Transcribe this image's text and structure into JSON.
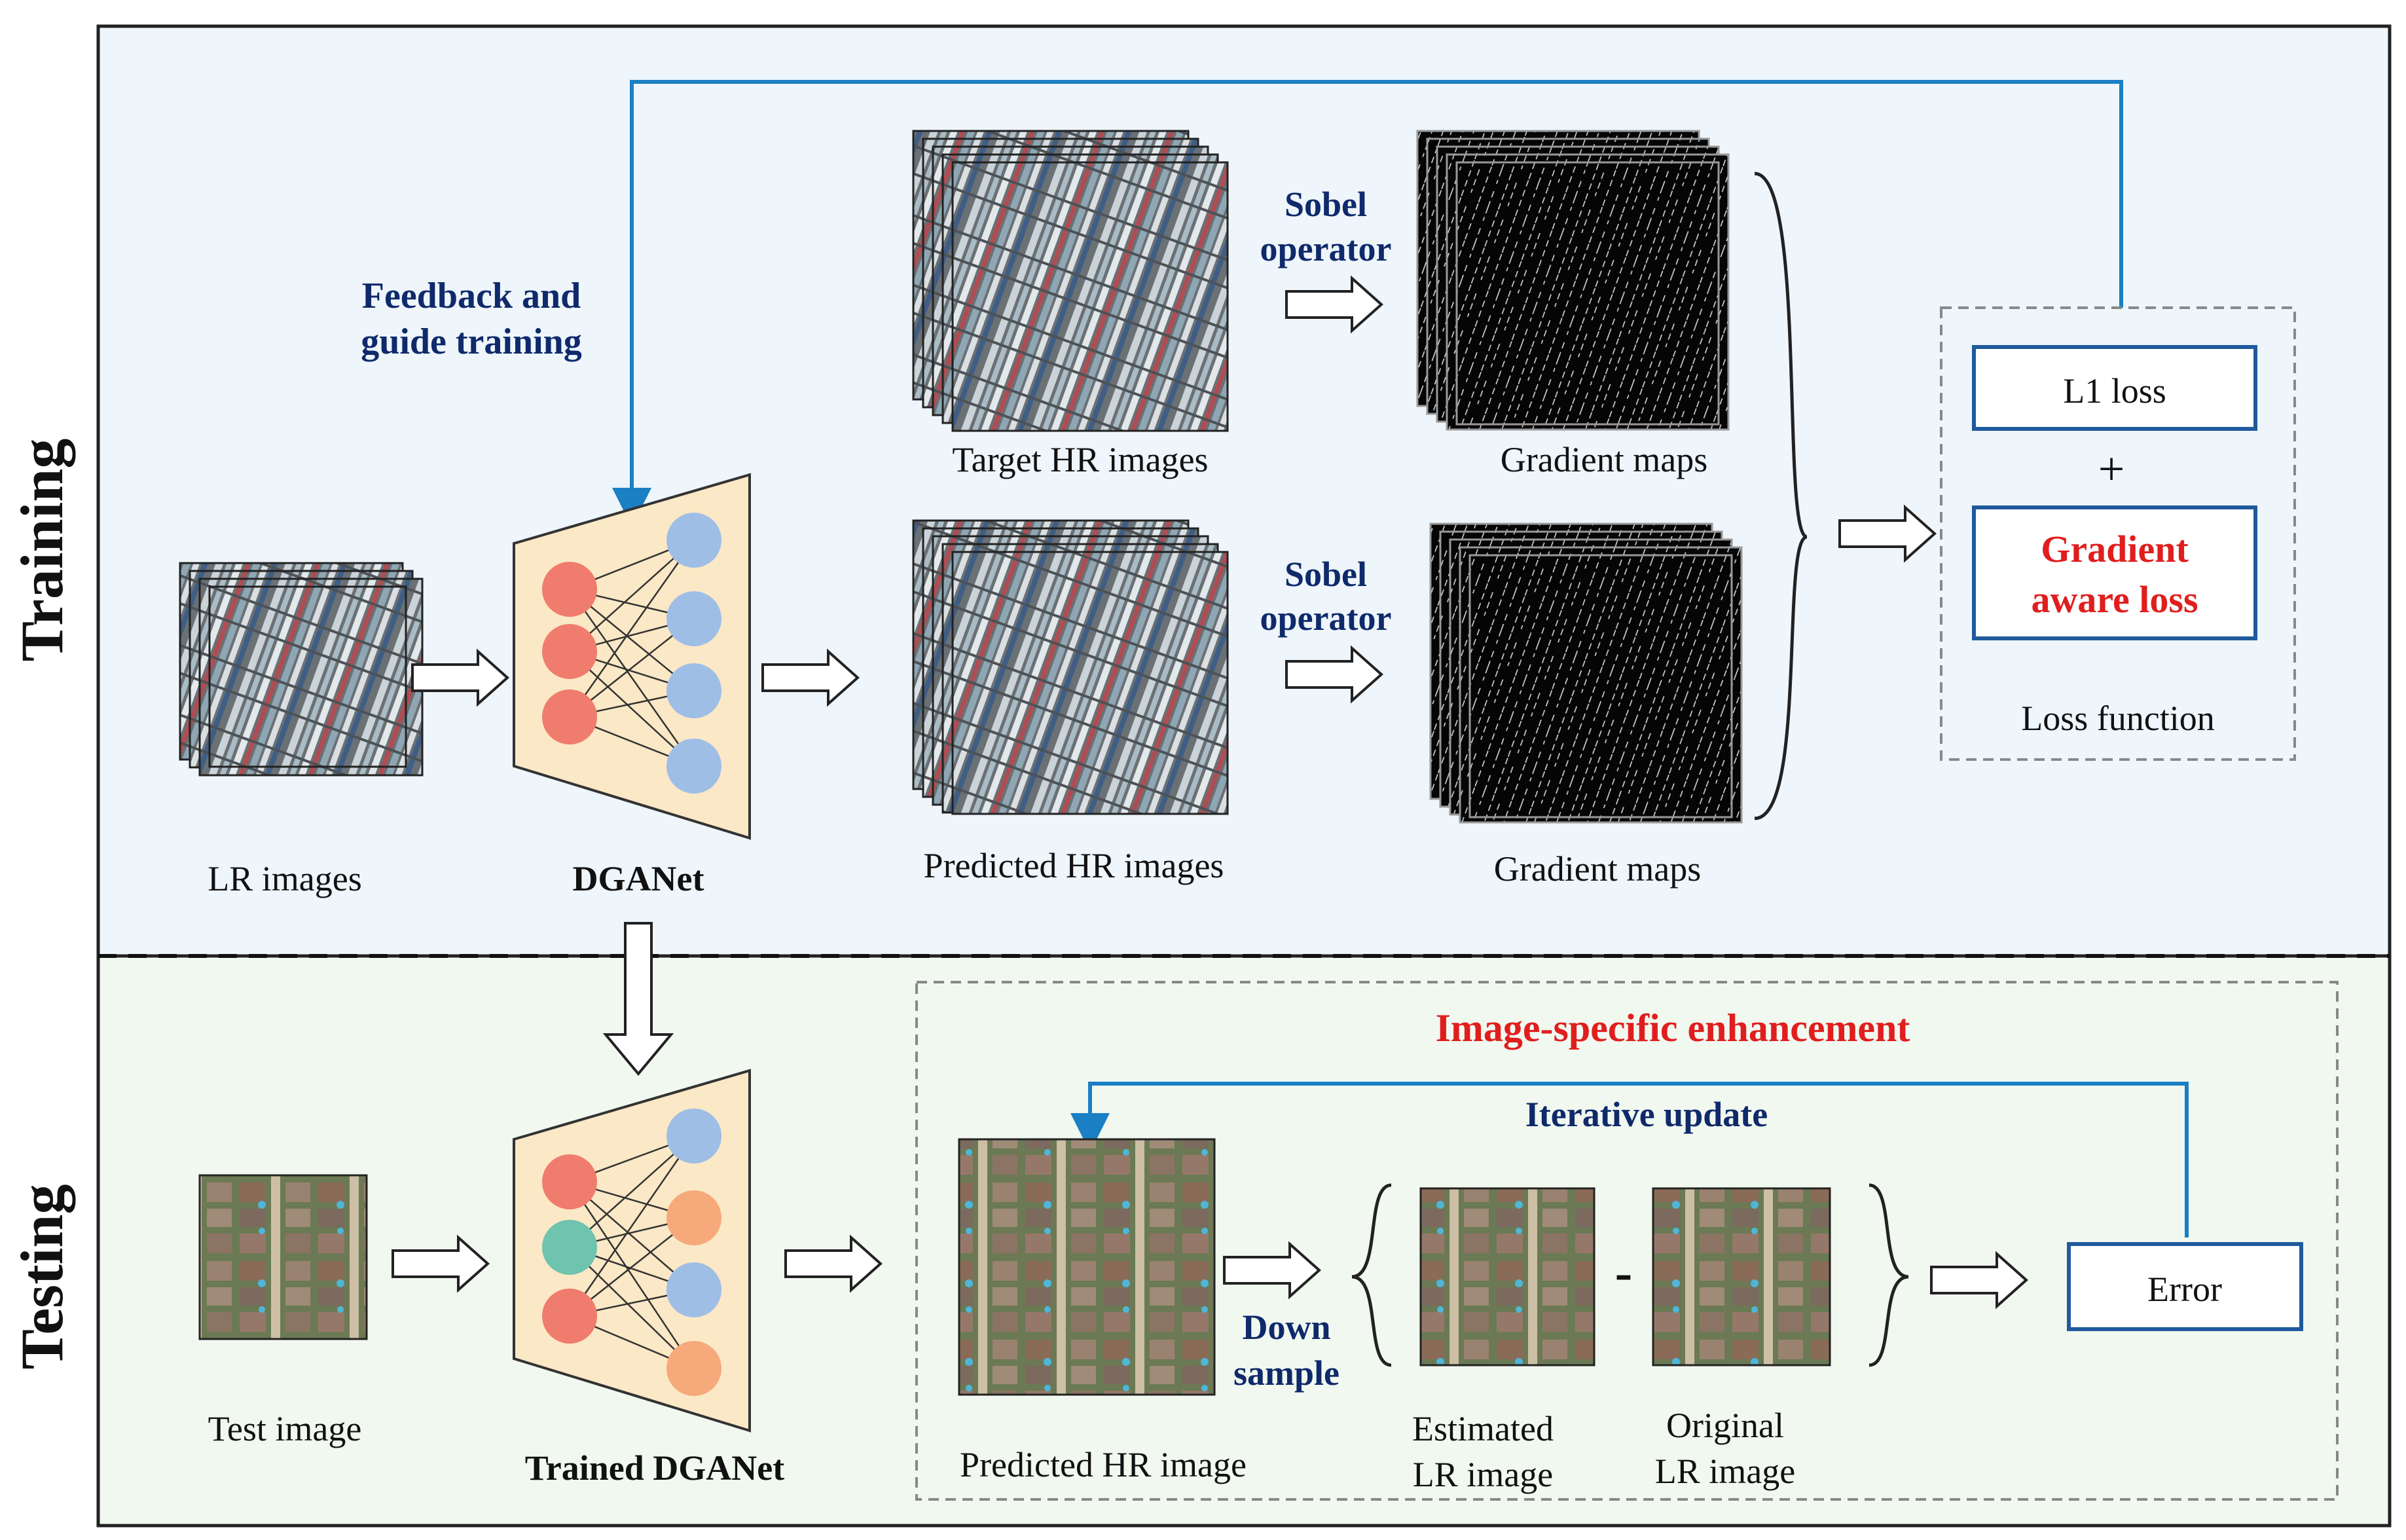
{
  "section_labels": {
    "training": "Training",
    "testing": "Testing"
  },
  "training": {
    "feedback_label": [
      "Feedback and",
      "guide training"
    ],
    "lr_images_label": "LR images",
    "network_label": "DGANet",
    "target_hr_label": "Target  HR images",
    "predicted_hr_label": "Predicted HR images",
    "sobel_label": [
      "Sobel",
      "operator"
    ],
    "gradient_maps_label": "Gradient maps",
    "l1_loss_label": "L1 loss",
    "plus_sign": "+",
    "gradient_loss_label": [
      "Gradient",
      "aware  loss"
    ],
    "loss_function_label": "Loss function"
  },
  "testing": {
    "test_image_label": "Test image",
    "network_label": "Trained DGANet",
    "enhancement_title": "Image-specific enhancement",
    "iterative_update_label": "Iterative update",
    "predicted_hr_label": "Predicted HR image",
    "down_sample_label": [
      "Down",
      "sample"
    ],
    "estimated_lr_label": [
      "Estimated",
      "LR image"
    ],
    "minus_sign": "-",
    "original_lr_label": [
      "Original",
      "LR image"
    ],
    "error_label": "Error"
  },
  "colors": {
    "training_bg": "#EEF5FB",
    "testing_bg": "#F1F8EF",
    "navy_text": "#0F2A6B",
    "red_text": "#E01E1E",
    "arrow_blue": "#1B7FC4",
    "box_border": "#1F5A9C",
    "net_fill": "#FBE8C6",
    "node_red": "#F07C6E",
    "node_blue": "#9FBEE6",
    "node_orange": "#F6A97A",
    "node_teal": "#6EC4AE"
  }
}
